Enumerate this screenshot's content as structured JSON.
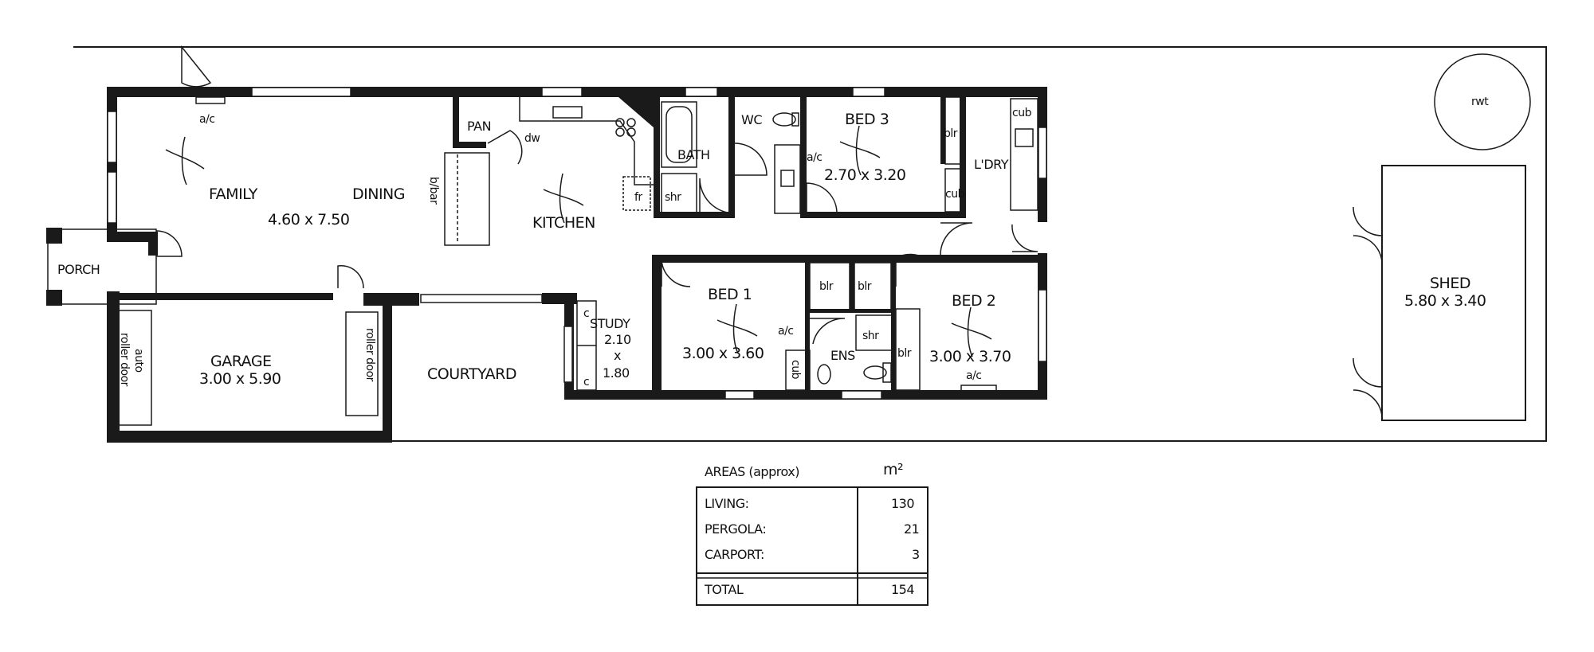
{
  "rooms": {
    "family": "FAMILY",
    "family_dims": "4.60 x 7.50",
    "dining": "DINING",
    "kitchen": "KITCHEN",
    "pan": "PAN",
    "dw": "dw",
    "fr": "fr",
    "bbar": "b/bar",
    "bath": "BATH",
    "shr": "shr",
    "wc": "WC",
    "bed3": "BED 3",
    "bed3_dims": "2.70 x 3.20",
    "blr": "blr",
    "ldry": "L'DRY",
    "cub": "cub",
    "porch": "PORCH",
    "garage": "GARAGE",
    "garage_dims": "3.00 x 5.90",
    "auto_roller_door_1": "auto",
    "auto_roller_door_2": "roller door",
    "roller_door": "roller door",
    "courtyard": "COURTYARD",
    "study": "STUDY",
    "study_dims_1": "2.10",
    "study_dims_2": "x",
    "study_dims_3": "1.80",
    "c": "c",
    "bed1": "BED 1",
    "bed1_dims": "3.00 x 3.60",
    "ens": "ENS",
    "bed2": "BED 2",
    "bed2_dims": "3.00 x 3.70",
    "ac": "a/c",
    "shed": "SHED",
    "shed_dims": "5.80 x 3.40",
    "rwt": "rwt"
  },
  "areas": {
    "title": "AREAS (approx)",
    "unit": "m²",
    "rows": [
      {
        "label": "LIVING:",
        "value": "130"
      },
      {
        "label": "PERGOLA:",
        "value": "21"
      },
      {
        "label": "CARPORT:",
        "value": "3"
      }
    ],
    "total_label": "TOTAL",
    "total_value": "154"
  }
}
